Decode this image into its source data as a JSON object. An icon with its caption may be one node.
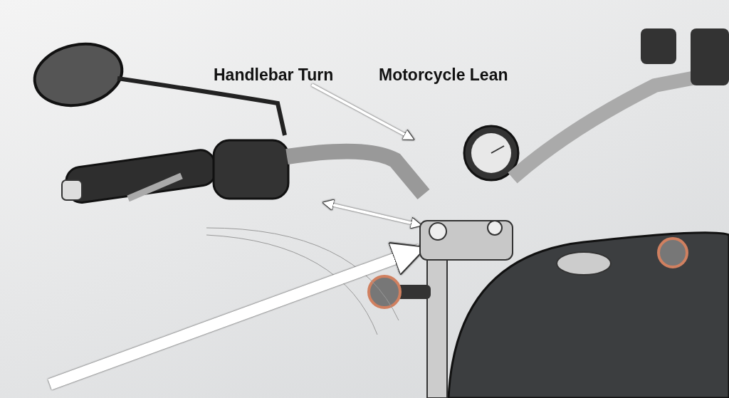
{
  "diagram": {
    "nodes": [
      {
        "text": [
          "Handlebar Turn"
        ]
      },
      {
        "text": [],
        "shape": "picture"
      },
      {
        "text": [],
        "shape": "picture"
      }
    ],
    "edges": [
      {
        "from": 0,
        "to": 1,
        "arrow": "to"
      },
      {
        "from": 1,
        "to": 2,
        "arrow": "both"
      },
      {
        "from": null,
        "to": 2,
        "arrow": "to",
        "style": "thick"
      }
    ],
    "labels": [
      "Motorcycle Lean"
    ]
  }
}
